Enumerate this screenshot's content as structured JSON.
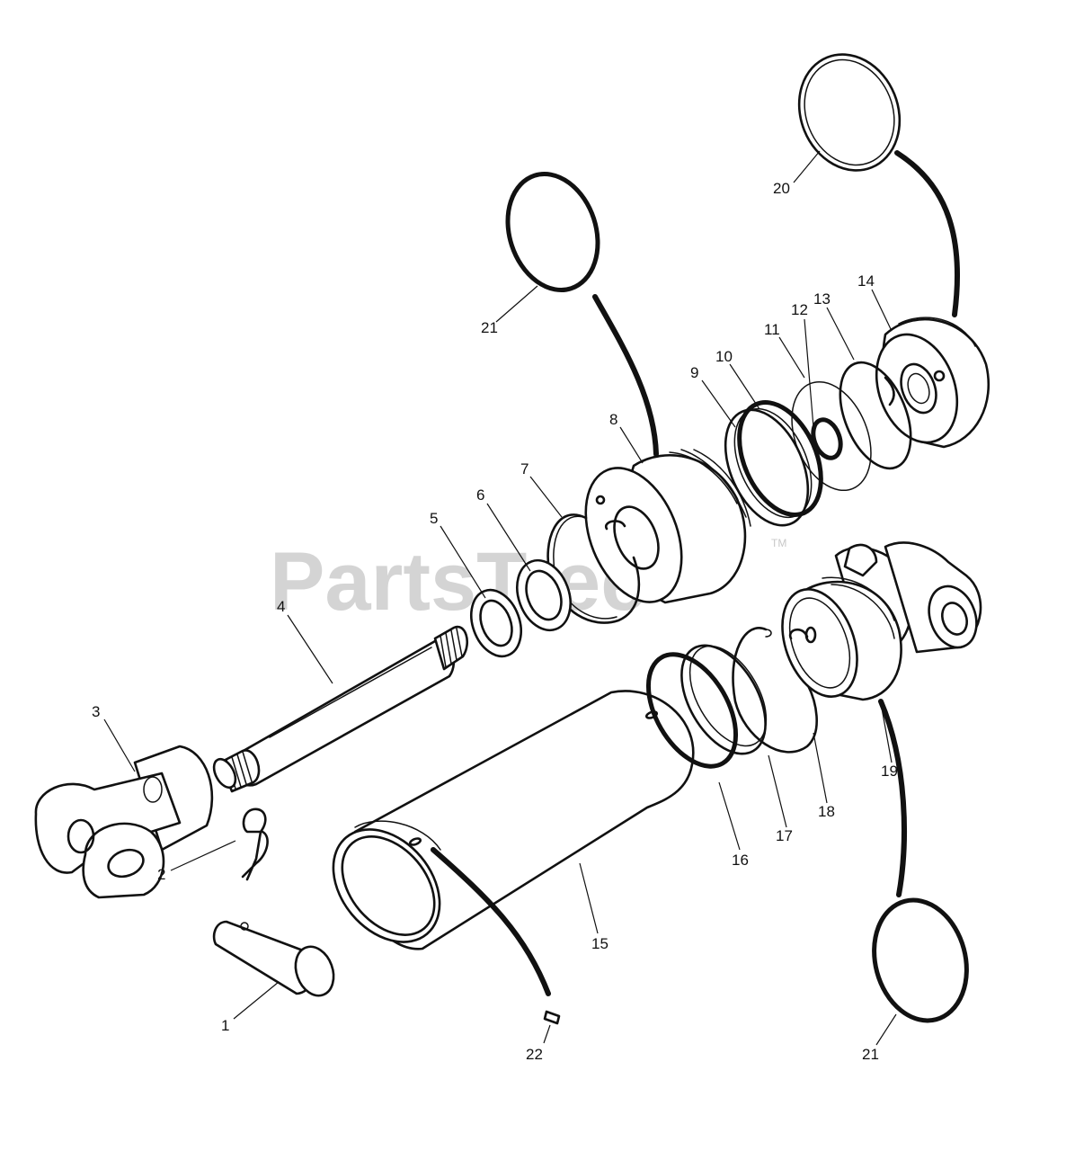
{
  "watermark": {
    "text": "PartsTree",
    "tm": "TM"
  },
  "callouts": {
    "c1": "1",
    "c2": "2",
    "c3": "3",
    "c4": "4",
    "c5": "5",
    "c6": "6",
    "c7": "7",
    "c8": "8",
    "c9": "9",
    "c10": "10",
    "c11": "11",
    "c12": "12",
    "c13": "13",
    "c14": "14",
    "c15": "15",
    "c16": "16",
    "c17": "17",
    "c18": "18",
    "c19": "19",
    "c20": "20",
    "c21a": "21",
    "c21b": "21",
    "c22": "22"
  }
}
